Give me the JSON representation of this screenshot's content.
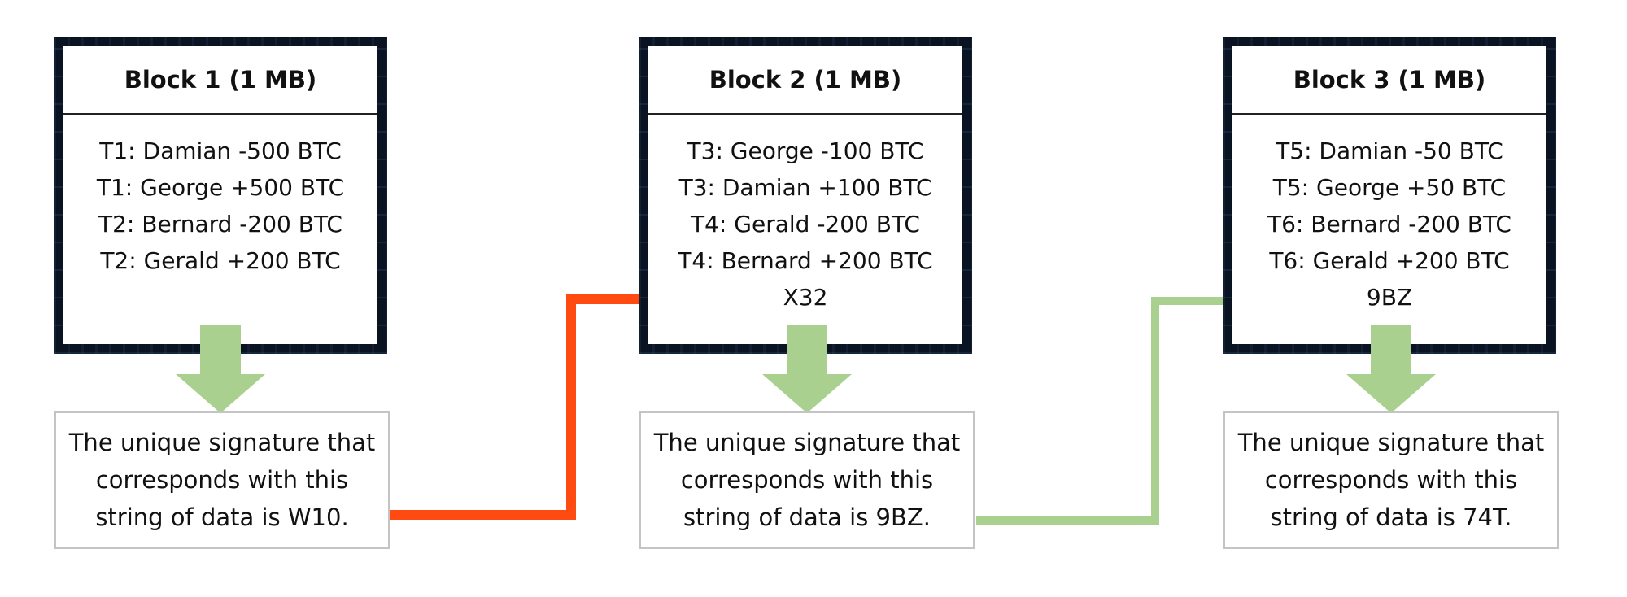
{
  "blocks": [
    {
      "title": "Block 1 (1 MB)",
      "transactions": [
        "T1: Damian -500 BTC",
        "T1: George +500 BTC",
        "T2: Bernard -200 BTC",
        "T2: Gerald +200 BTC"
      ],
      "prev_signature": "",
      "signature_text": "The unique signature that corresponds with this string of data is W10."
    },
    {
      "title": "Block 2 (1 MB)",
      "transactions": [
        "T3: George -100 BTC",
        "T3: Damian +100 BTC",
        "T4: Gerald -200 BTC",
        "T4: Bernard +200 BTC"
      ],
      "prev_signature": "X32",
      "signature_text": "The unique signature that corresponds with this string of data is 9BZ."
    },
    {
      "title": "Block 3 (1 MB)",
      "transactions": [
        "T5: Damian -50 BTC",
        "T5: George +50 BTC",
        "T6: Bernard -200 BTC",
        "T6: Gerald +200 BTC"
      ],
      "prev_signature": "9BZ",
      "signature_text": "The unique signature that corresponds with this string of data is 74T."
    }
  ],
  "colors": {
    "down_arrow": "#a9d08e",
    "link_1_to_2": "#ff4a12",
    "link_2_to_3": "#a9d08e",
    "block_frame": "#0a1322",
    "signature_border": "#c4c4c4"
  }
}
